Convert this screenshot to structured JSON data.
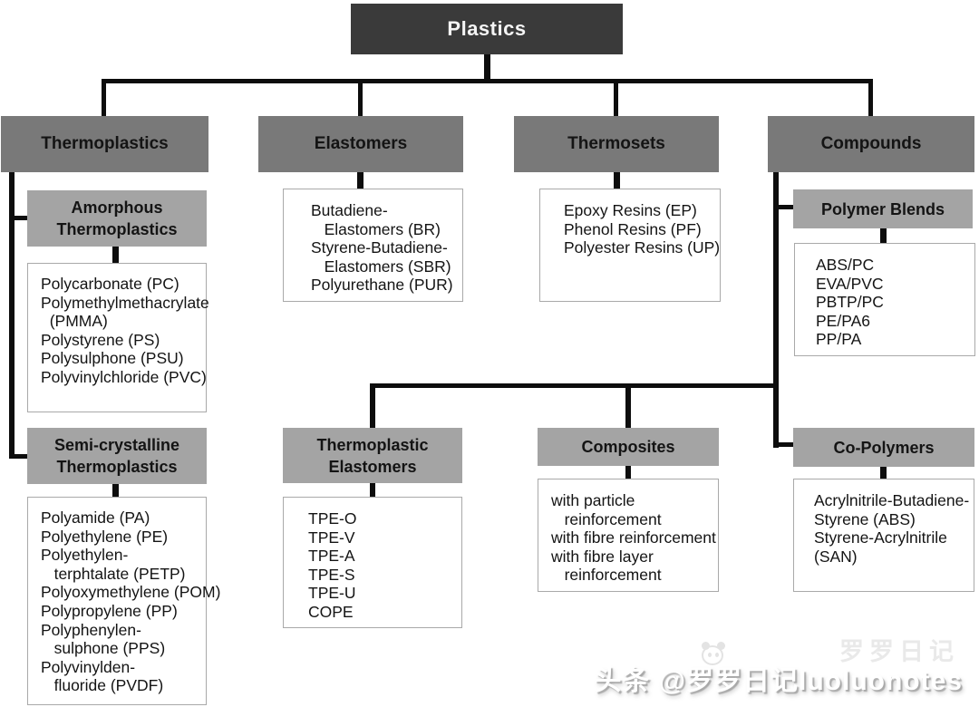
{
  "root": {
    "label": "Plastics"
  },
  "branches": {
    "thermoplastics": {
      "label": "Thermoplastics"
    },
    "elastomers": {
      "label": "Elastomers",
      "items": [
        "Butadiene-",
        "   Elastomers (BR)",
        "Styrene-Butadiene-",
        "   Elastomers (SBR)",
        "Polyurethane (PUR)"
      ]
    },
    "thermosets": {
      "label": "Thermosets",
      "items": [
        "Epoxy Resins (EP)",
        "Phenol Resins (PF)",
        "Polyester Resins (UP)"
      ]
    },
    "compounds": {
      "label": "Compounds"
    }
  },
  "subgroups": {
    "amorphous": {
      "label": "Amorphous Thermoplastics",
      "items": [
        "Polycarbonate (PC)",
        "Polymethylmethacrylate",
        "  (PMMA)",
        "Polystyrene (PS)",
        "Polysulphone (PSU)",
        "Polyvinylchloride (PVC)"
      ]
    },
    "semi_crystalline": {
      "label": "Semi-crystalline Thermoplastics",
      "items": [
        "Polyamide (PA)",
        "Polyethylene (PE)",
        "Polyethylen-",
        "   terphtalate (PETP)",
        "Polyoxymethylene (POM)",
        "Polypropylene (PP)",
        "Polyphenylen-",
        "   sulphone (PPS)",
        "Polyvinylden-",
        "   fluoride (PVDF)"
      ]
    },
    "thermoplastic_elastomers": {
      "label": "Thermoplastic Elastomers",
      "items": [
        "TPE-O",
        "TPE-V",
        "TPE-A",
        "TPE-S",
        "TPE-U",
        "COPE"
      ]
    },
    "composites": {
      "label": "Composites",
      "items": [
        "with particle",
        "   reinforcement",
        "with fibre reinforcement",
        "with fibre layer",
        "   reinforcement"
      ]
    },
    "polymer_blends": {
      "label": "Polymer Blends",
      "items": [
        "ABS/PC",
        "EVA/PVC",
        "PBTP/PC",
        "PE/PA6",
        "PP/PA"
      ]
    },
    "co_polymers": {
      "label": "Co-Polymers",
      "items": [
        "Acrylnitrile-Butadiene-",
        "Styrene (ABS)",
        "Styrene-Acrylnitrile",
        "(SAN)"
      ]
    }
  },
  "watermark": {
    "text": "头条 @罗罗日记luoluonotes",
    "ghost": "罗罗日记"
  },
  "colors": {
    "root_bg": "#3a3a3a",
    "branch_bg": "#797979",
    "subgroup_bg": "#a4a4a4",
    "line": "#0d0d0d",
    "box_border": "#a9a9a9"
  }
}
